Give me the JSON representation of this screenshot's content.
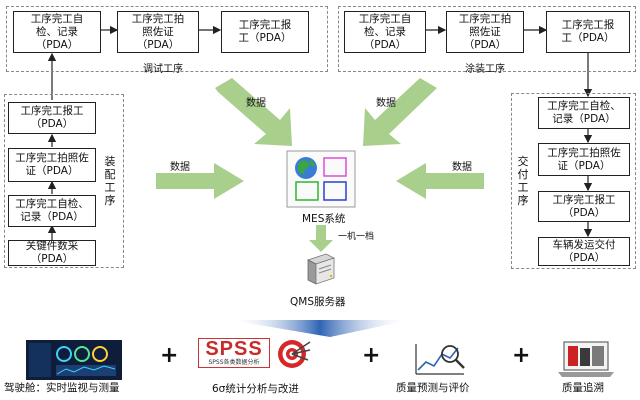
{
  "top_left": {
    "group_label": "调试工序",
    "boxes": [
      "工序完工自\n检、记录\n（PDA）",
      "工序完工拍\n照佐证\n（PDA）",
      "工序完工报\n工（PDA）"
    ]
  },
  "top_right": {
    "group_label": "涂装工序",
    "boxes": [
      "工序完工自\n检、记录\n（PDA）",
      "工序完工拍\n照佐证\n（PDA）",
      "工序完工报\n工（PDA）"
    ]
  },
  "left": {
    "group_label": "装配工序",
    "boxes": [
      "工序完工报工\n（PDA）",
      "工序完工拍照佐\n证（PDA）",
      "工序完工自检、\n记录（PDA）",
      "关键件数采\n（PDA）"
    ]
  },
  "right": {
    "group_label": "交付工序",
    "boxes": [
      "工序完工自检、\n记录（PDA）",
      "工序完工拍照佐\n证（PDA）",
      "工序完工报工\n（PDA）",
      "车辆发运交付\n（PDA）"
    ]
  },
  "data_labels": [
    "数据",
    "数据",
    "数据",
    "数据"
  ],
  "center": {
    "mes": "MES系统",
    "link": "一机一档",
    "qms": "QMS服务器"
  },
  "bottom": {
    "items": [
      "驾驶舱：实时监视与测量",
      "6σ统计分析与改进",
      "质量预测与评价",
      "质量追溯"
    ],
    "spss_logo": "SPSS",
    "spss_sub": "SPSS各类数据分析",
    "plus": "+"
  },
  "colors": {
    "arrow_green": "#a9cf8c",
    "arrow_blue": "#2f64b5",
    "border": "#222222"
  }
}
